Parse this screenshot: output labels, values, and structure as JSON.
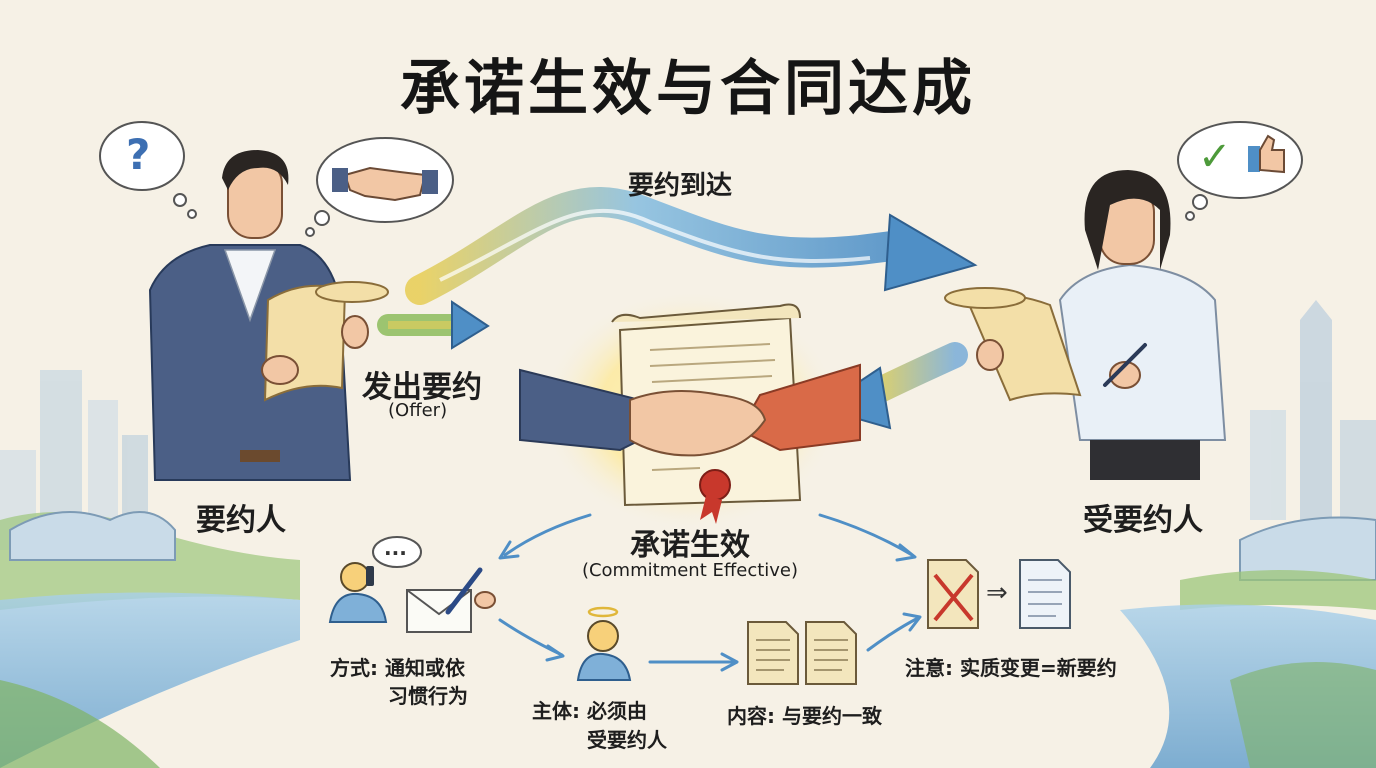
{
  "title": "承诺生效与合同达成",
  "parties": {
    "offeror": "要约人",
    "offeree": "受要约人"
  },
  "flow": {
    "send_offer_cn": "发出要约",
    "send_offer_en": "(Offer)",
    "offer_arrives": "要约到达",
    "effective_cn": "承诺生效",
    "effective_en": "(Commitment Effective)"
  },
  "conditions": {
    "method_line1": "方式: 通知或依",
    "method_line2": "习惯行为",
    "subject_line1": "主体: 必须由",
    "subject_line2": "受要约人",
    "content": "内容: 与要约一致",
    "note": "注意: 实质变更=新要约"
  },
  "icons": {
    "question": "?",
    "ellipsis": "...",
    "check": "✓",
    "convert_arrow": "⇒"
  },
  "colors": {
    "background": "#f6f1e6",
    "arrow_blue": "#4f8fc6",
    "arrow_yellow": "#e8cf5a",
    "paper": "#f3dfa8",
    "suit_blue": "#4b5f86",
    "seal_red": "#c8382c",
    "glow": "#fff1a8",
    "water": "#8fbfe0"
  }
}
